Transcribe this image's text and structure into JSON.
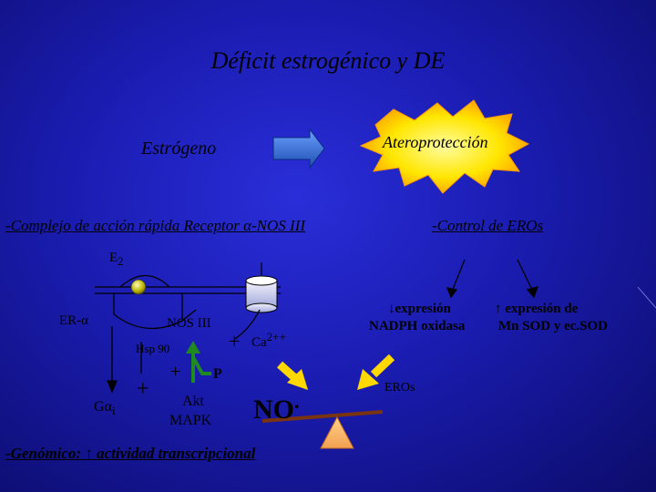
{
  "title": "Déficit estrogénico y DE",
  "estrogen_label": "Estrógeno",
  "atheroprotection_label": "Ateroprotección",
  "rapid_complex_label": "-Complejo de acción rápida  Receptor α-NOS III",
  "control_eros_label": "-Control de EROs",
  "e2": {
    "base": "E",
    "sub": "2"
  },
  "er_alpha_label": "ER-α",
  "nos_iii_label": "NOS III",
  "hsp90_label": "Hsp 90",
  "plus_sign": "+",
  "ca": {
    "base": "Ca",
    "sup": "2++"
  },
  "p_label": "P",
  "galpha": {
    "base": "Gα",
    "sub": "i"
  },
  "akt_label": "Akt",
  "mapk_label": "MAPK",
  "no": {
    "base": "NO",
    "sup": "."
  },
  "expresion_left": {
    "arrow": "↓",
    "line1": "expresión",
    "line2": "NADPH oxidasa"
  },
  "expresion_right": {
    "arrow": "↑",
    "line1": "expresión de",
    "line2": "Mn SOD y  ec.SOD"
  },
  "eros_label": "EROs",
  "genomic_label": "-Genómico: ↑ actividad transcripcional",
  "colors": {
    "background": "#1a1cb0",
    "arrow_blue": "#2f6ccf",
    "star_yellow": "#ffe600",
    "yellow_arrow": "#ffd800",
    "balance_beam": "#7a3410",
    "green_arrow": "#1f8a1f"
  }
}
